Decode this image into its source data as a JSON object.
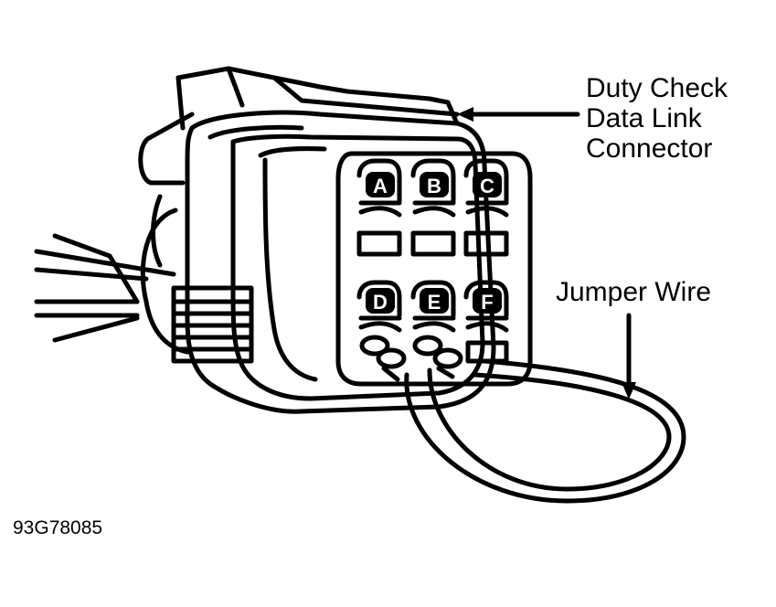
{
  "callouts": {
    "connector_label": [
      "Duty Check",
      "Data Link",
      "Connector"
    ],
    "jumper_label": "Jumper Wire"
  },
  "figure_id": "93G78085",
  "pins": {
    "top_row": [
      "A",
      "B",
      "C"
    ],
    "bottom_row": [
      "D",
      "E",
      "F"
    ]
  },
  "colors": {
    "ink": "#000000",
    "paper": "#ffffff"
  }
}
